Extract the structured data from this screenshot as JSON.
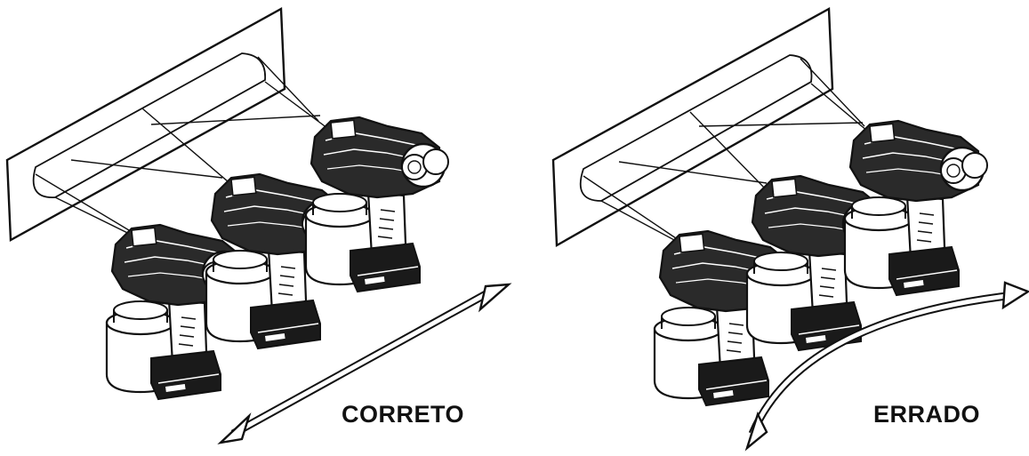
{
  "panels": {
    "correct": {
      "label": "CORRETO",
      "motion": "straight-arrow"
    },
    "wrong": {
      "label": "ERRADO",
      "motion": "curved-arrow"
    }
  },
  "colors": {
    "ink": "#111111",
    "paper": "#ffffff",
    "shade": "#2a2a2a"
  },
  "icons": [
    "spray-gun-icon",
    "wall-panel",
    "double-arrow-icon"
  ]
}
